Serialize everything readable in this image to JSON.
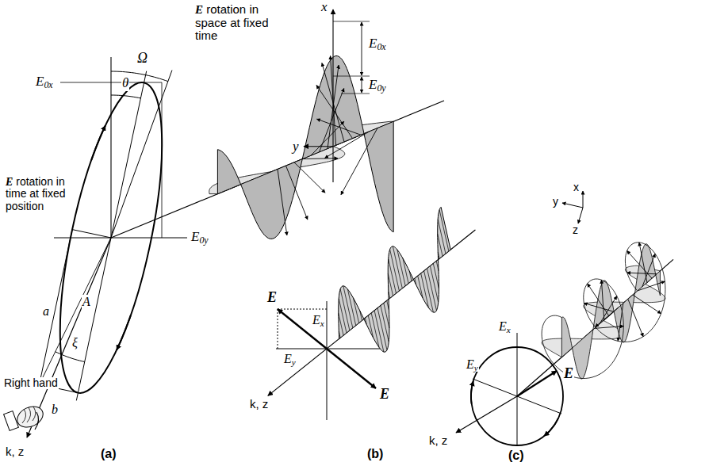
{
  "diagram": {
    "labels": [
      "E rotation in space at fixed time",
      "x",
      "E0x",
      "E0y",
      "y",
      "Ω",
      "θ",
      "E0x",
      "E rotation in time at fixed position",
      "E0y",
      "Right hand",
      "A",
      "a",
      "ξ",
      "b",
      "k, z",
      "(a)",
      "E",
      "Ex",
      "Ey",
      "k, z",
      "E",
      "(b)",
      "x",
      "y",
      "z",
      "Ex",
      "Ey",
      "E",
      "k, z",
      "(c)"
    ]
  }
}
